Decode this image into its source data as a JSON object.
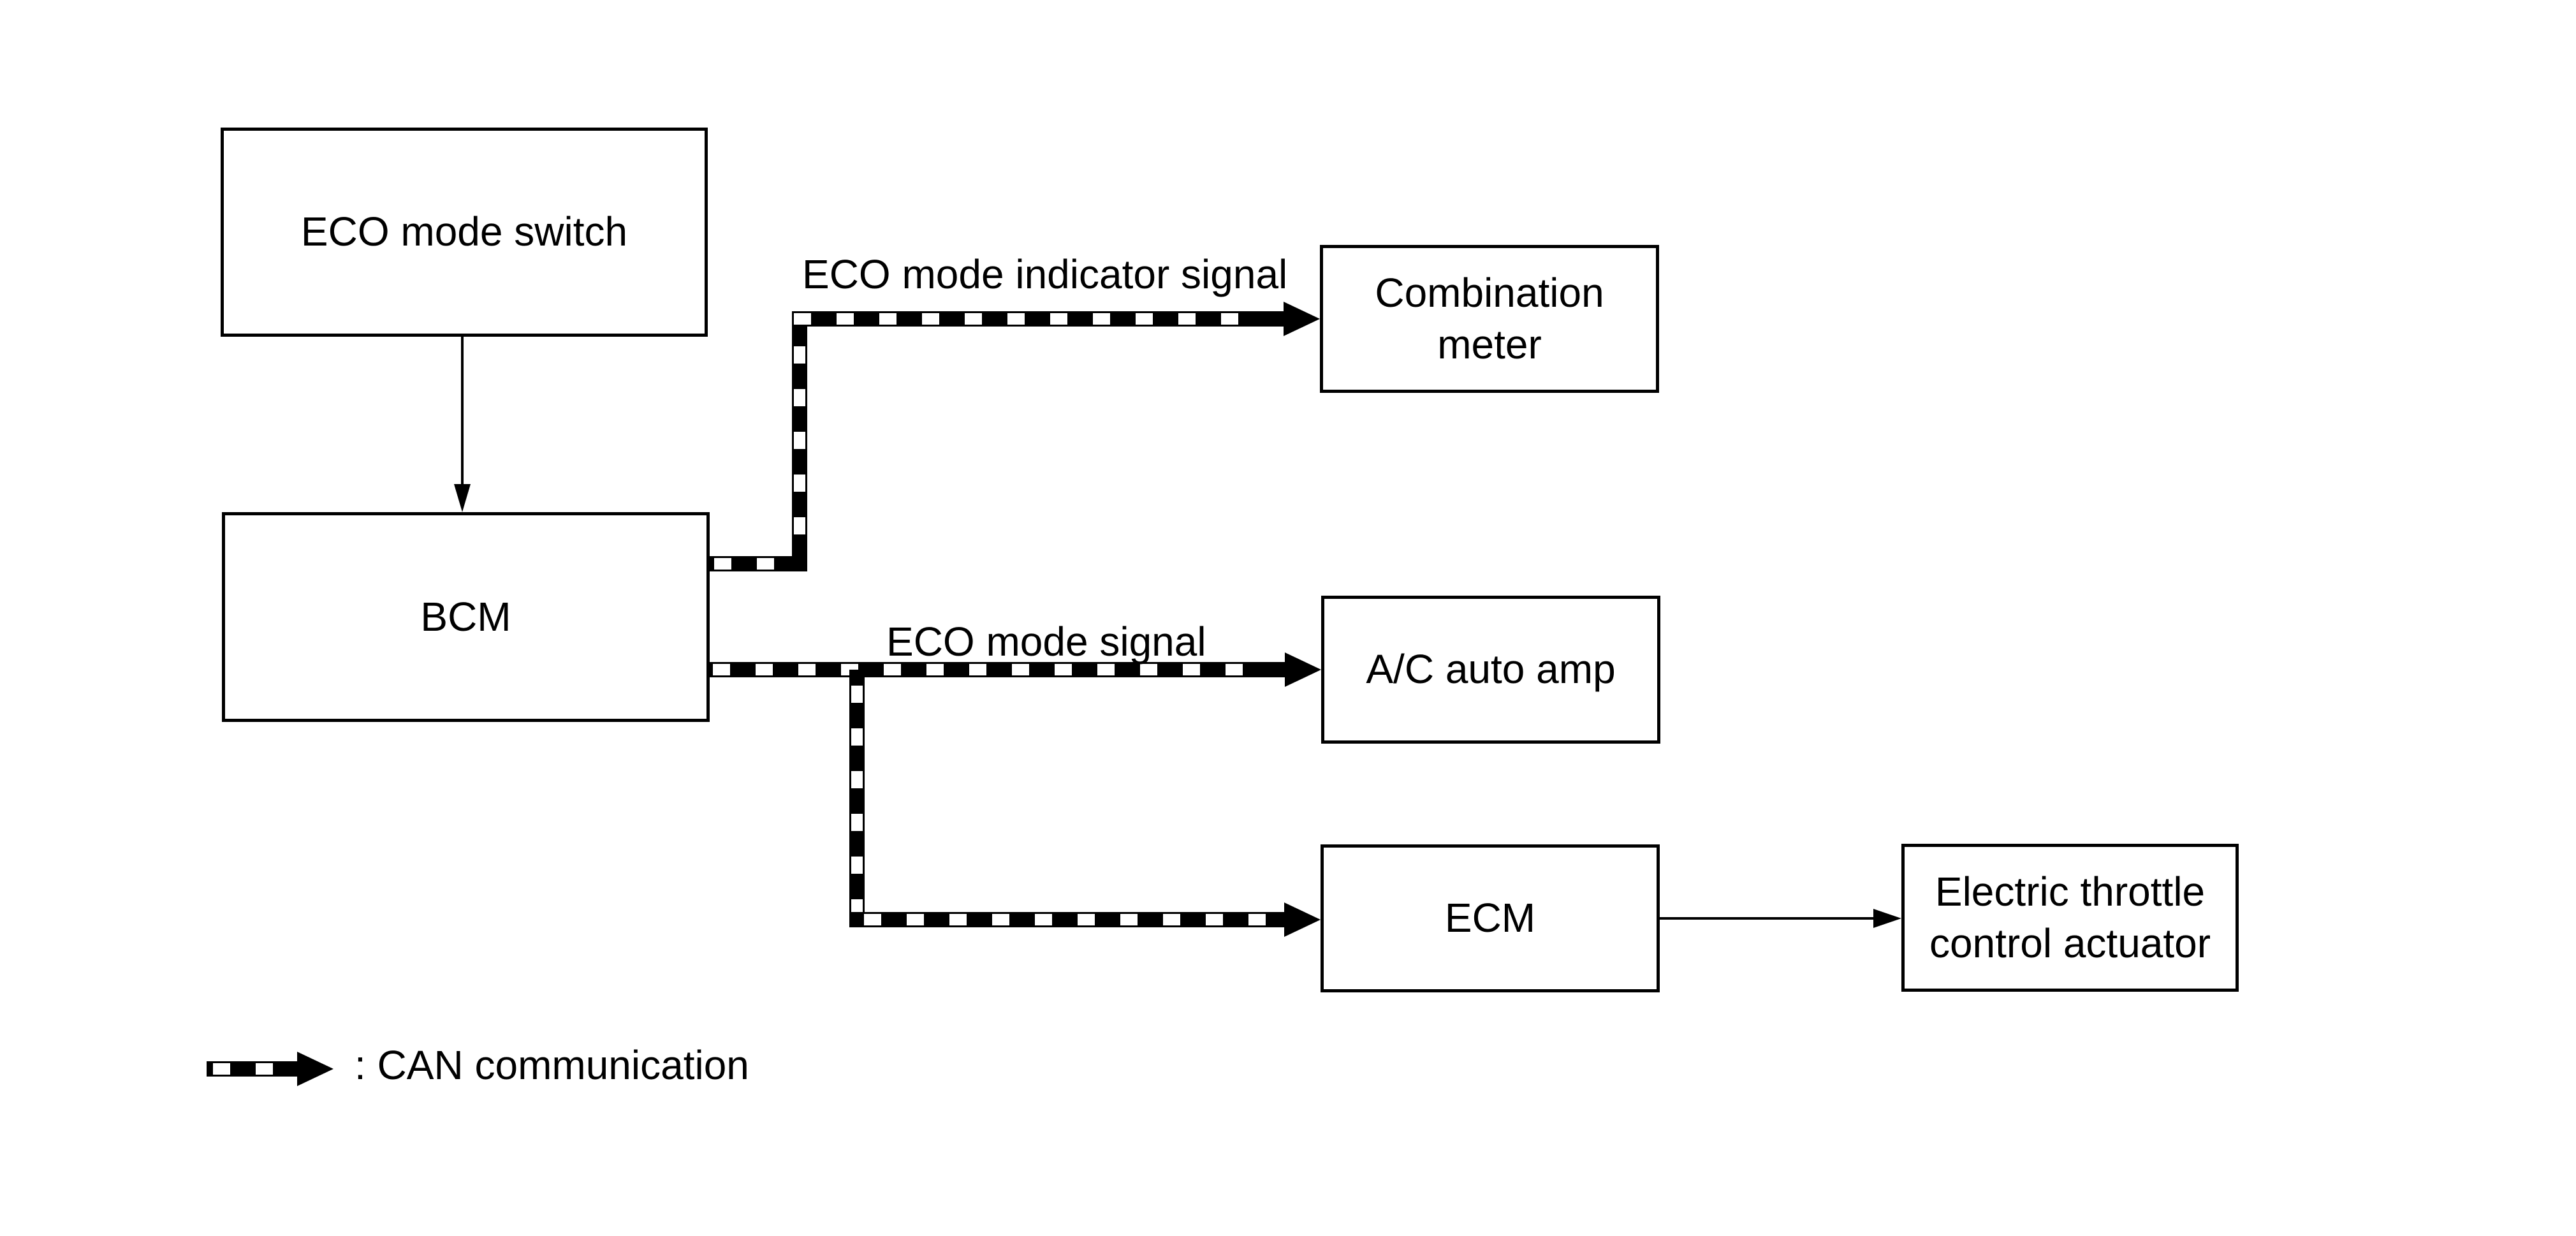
{
  "diagram": {
    "boxes": [
      {
        "id": "eco-mode-switch",
        "label": "ECO mode switch"
      },
      {
        "id": "bcm",
        "label": "BCM"
      },
      {
        "id": "combination-meter",
        "label": "Combination meter"
      },
      {
        "id": "ac-auto-amp",
        "label": "A/C auto amp"
      },
      {
        "id": "ecm",
        "label": "ECM"
      },
      {
        "id": "electric-throttle-control-actuator",
        "label": "Electric throttle control actuator"
      }
    ],
    "edge_labels": [
      {
        "id": "eco-mode-indicator-signal",
        "text": "ECO mode indicator signal"
      },
      {
        "id": "eco-mode-signal",
        "text": "ECO mode signal"
      }
    ],
    "legend": {
      "label": ": CAN communication"
    },
    "colors": {
      "line": "#000000",
      "background": "#ffffff"
    }
  }
}
